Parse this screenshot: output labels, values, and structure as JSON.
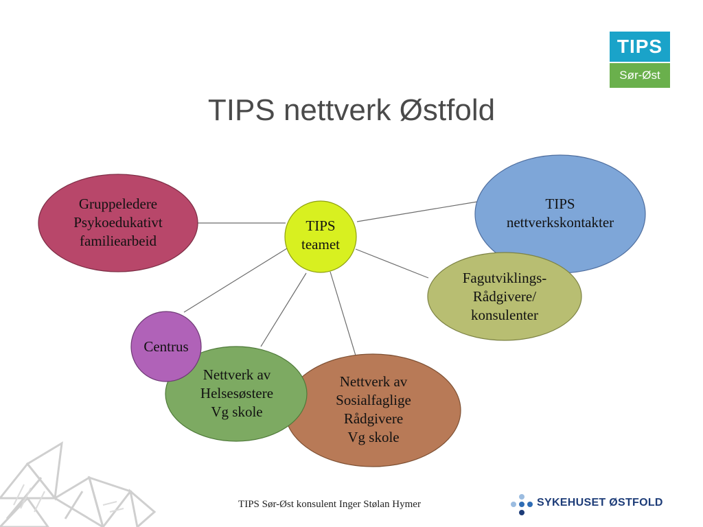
{
  "title": "TIPS nettverk Østfold",
  "logo": {
    "top_text": "TIPS",
    "bottom_text": "Sør-Øst"
  },
  "diagram": {
    "center": {
      "lines": [
        "TIPS",
        "teamet"
      ],
      "color": "#d8f020"
    },
    "nodes": [
      {
        "key": "gruppeledere",
        "lines": [
          "Gruppeledere",
          "Psykoedukativt",
          "familiearbeid"
        ],
        "color": "#b8476a"
      },
      {
        "key": "tips-nettverkskontakter",
        "lines": [
          "TIPS",
          "nettverkskontakter"
        ],
        "color": "#7ea6d8"
      },
      {
        "key": "fagutviklings",
        "lines": [
          "Fagutviklings-",
          "Rådgivere/",
          "konsulenter"
        ],
        "color": "#b8be72"
      },
      {
        "key": "sosialfaglige",
        "lines": [
          "Nettverk av",
          "Sosialfaglige",
          "Rådgivere",
          "Vg skole"
        ],
        "color": "#b87a57"
      },
      {
        "key": "helsesostere",
        "lines": [
          "Nettverk av",
          "Helsesøstere",
          "Vg skole"
        ],
        "color": "#7daa62"
      },
      {
        "key": "centrus",
        "lines": [
          "Centrus"
        ],
        "color": "#b062b8"
      }
    ]
  },
  "footer": {
    "text": "TIPS Sør-Øst konsulent Inger Stølan Hymer"
  },
  "hospital": {
    "name": "SYKEHUSET ØSTFOLD",
    "dot_color": "#2f6db5"
  }
}
